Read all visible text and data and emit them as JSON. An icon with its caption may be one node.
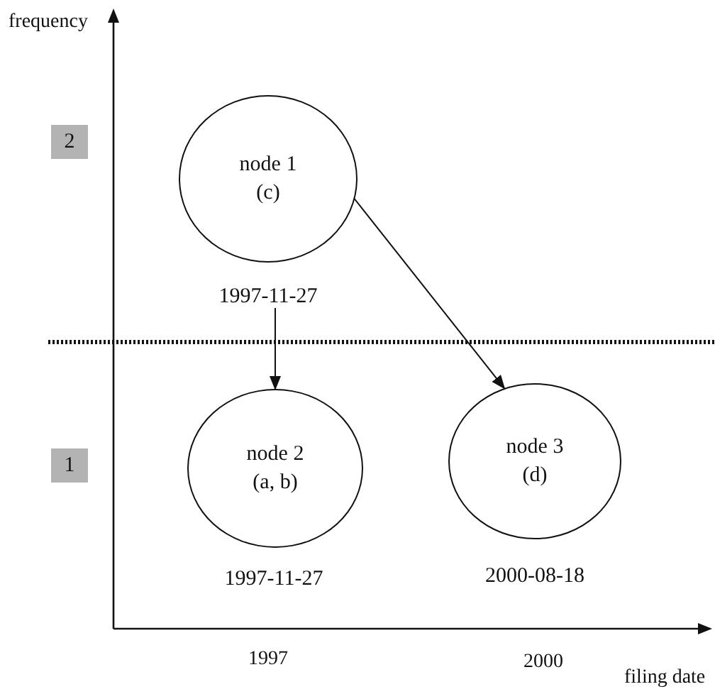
{
  "diagram": {
    "nodes": [
      {
        "text": [
          "node 1",
          "(c)"
        ],
        "beside": [
          "1997-11-27"
        ]
      },
      {
        "text": [
          "node 2",
          "(a, b)"
        ],
        "beside": [
          "1997-11-27"
        ]
      },
      {
        "text": [
          "node 3",
          "(d)"
        ],
        "beside": [
          "2000-08-18"
        ]
      }
    ],
    "edges": [
      {
        "from": 0,
        "to": 1,
        "arrow": "to"
      },
      {
        "from": 0,
        "to": 2,
        "arrow": "to"
      }
    ],
    "labels": [
      "frequency",
      "2",
      "1",
      "1997",
      "2000",
      "filing date"
    ]
  }
}
